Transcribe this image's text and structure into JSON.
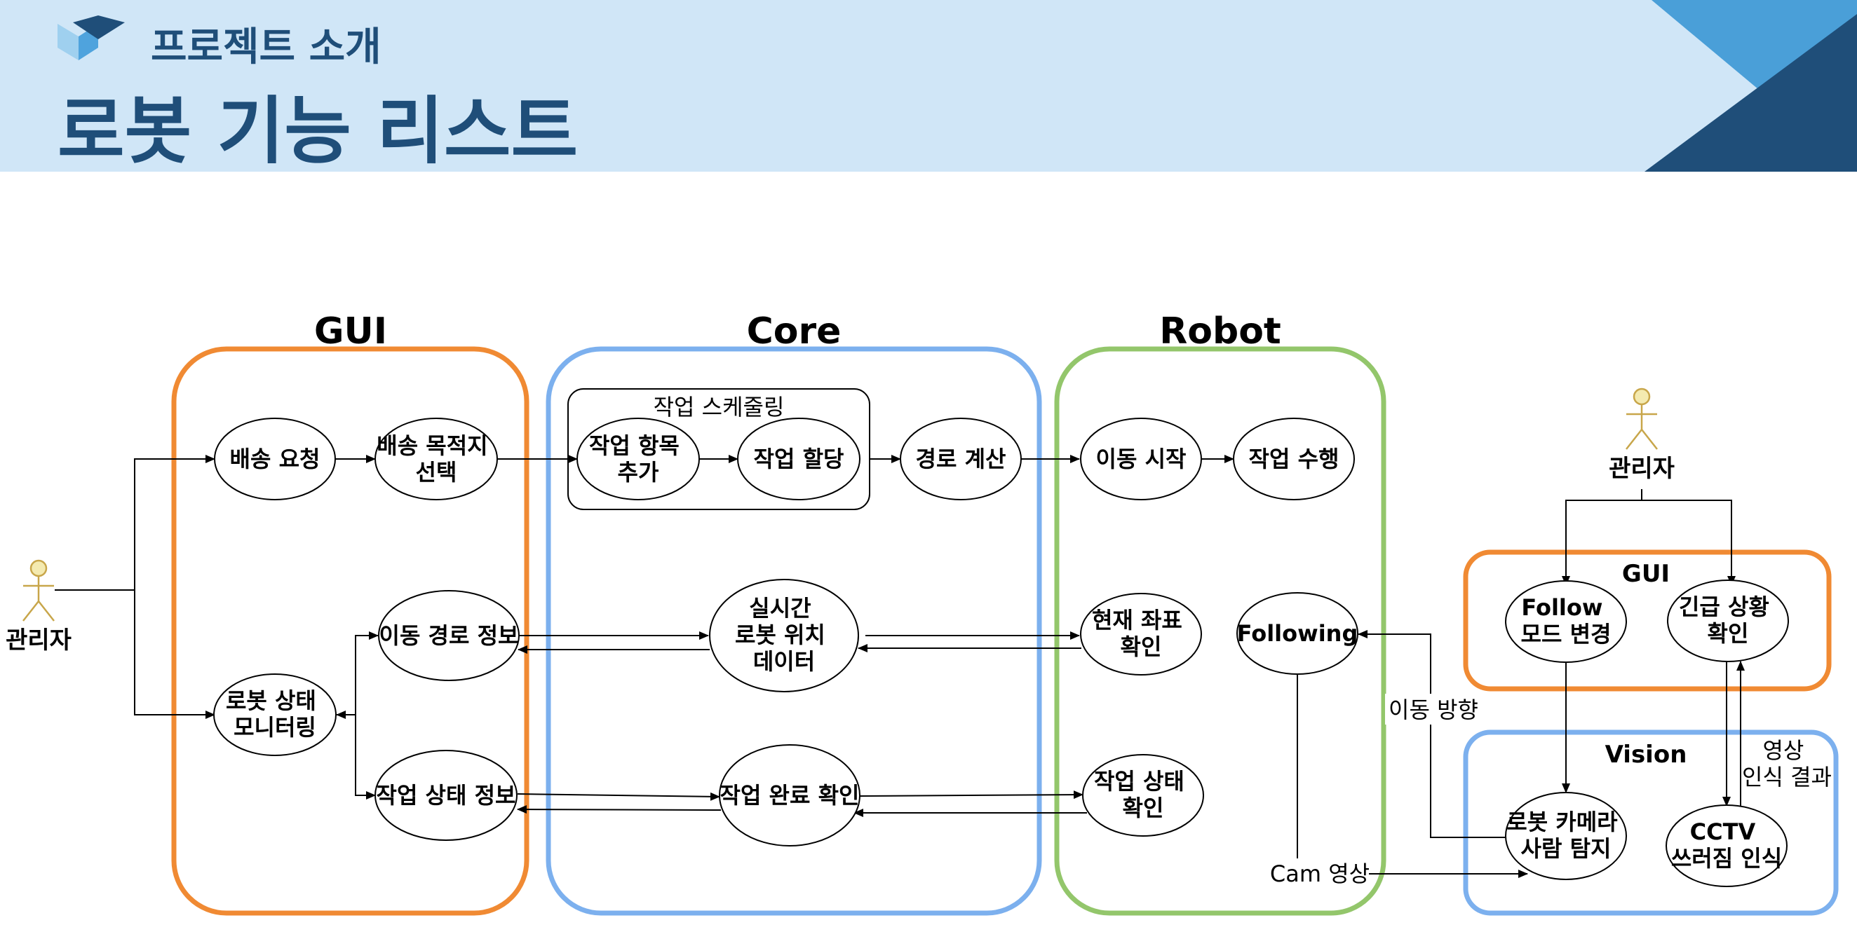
{
  "header": {
    "section_label": "프로젝트 소개",
    "title": "로봇 기능 리스트"
  },
  "colors": {
    "header_bg": "#d0e6f7",
    "title_text": "#1f4e79",
    "gui_group": "#f08a33",
    "core_group": "#7cb0ee",
    "robot_group": "#93c66b",
    "vision_group": "#7cb0ee",
    "actor": "#f4eab0"
  },
  "groups": {
    "gui": "GUI",
    "core": "Core",
    "robot": "Robot",
    "gui2": "GUI",
    "vision": "Vision",
    "scheduling": "작업 스케줄링"
  },
  "actors": {
    "left": "관리자",
    "right": "관리자"
  },
  "nodes": {
    "delivery_request": [
      "배송 요청"
    ],
    "destination_select": [
      "배송 목적지",
      "선택"
    ],
    "robot_status": [
      "로봇 상태",
      "모니터링"
    ],
    "route_info": [
      "이동 경로 정보"
    ],
    "task_status_info": [
      "작업 상태 정보"
    ],
    "task_add": [
      "작업 항목",
      "추가"
    ],
    "task_assign": [
      "작업 할당"
    ],
    "route_calc": [
      "경로 계산"
    ],
    "realtime_position": [
      "실시간",
      "로봇 위치",
      "데이터"
    ],
    "task_complete": [
      "작업 완료 확인"
    ],
    "move_start": [
      "이동 시작"
    ],
    "task_execute": [
      "작업 수행"
    ],
    "current_coord": [
      "현재 좌표",
      "확인"
    ],
    "following": [
      "Following"
    ],
    "task_state_check": [
      "작업 상태",
      "확인"
    ],
    "follow_mode": [
      "Follow",
      "모드 변경"
    ],
    "emergency": [
      "긴급 상황",
      "확인"
    ],
    "robot_camera": [
      "로봇 카메라",
      "사람 탐지"
    ],
    "cctv": [
      "CCTV",
      "쓰러짐 인식"
    ]
  },
  "edge_labels": {
    "move_direction": "이동 방향",
    "cam_video": "Cam 영상",
    "video_result": [
      "영상",
      "인식 결과"
    ]
  }
}
